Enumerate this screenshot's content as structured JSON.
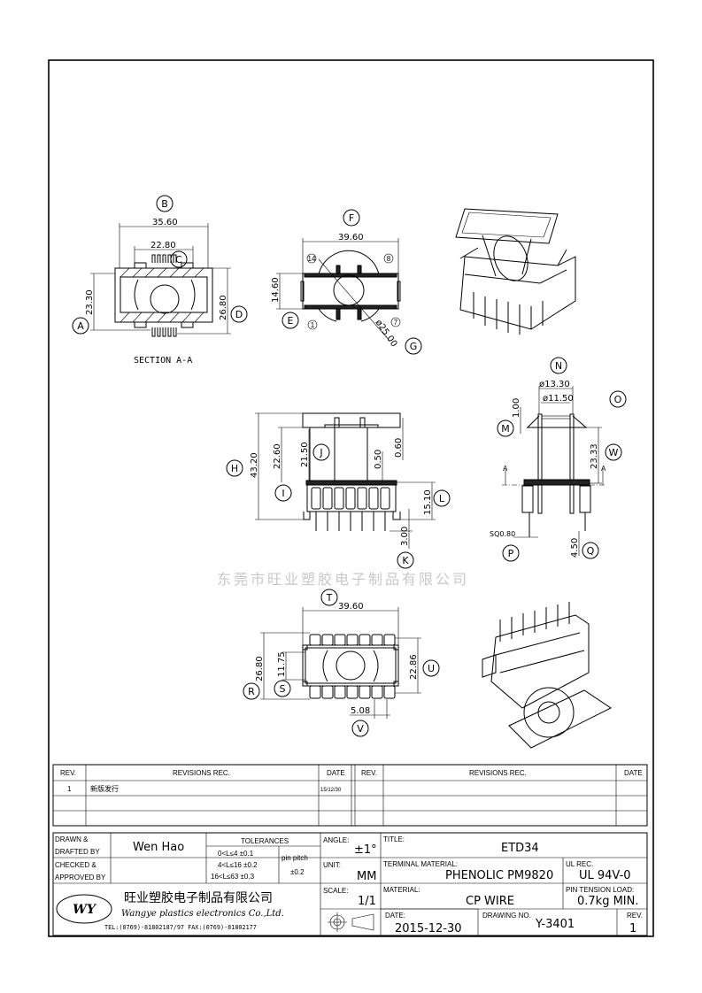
{
  "drawing": {
    "section_label": "SECTION A-A",
    "watermark": "东莞市旺业塑胶电子制品有限公司",
    "callouts": [
      "A",
      "B",
      "C",
      "D",
      "E",
      "F",
      "G",
      "H",
      "I",
      "J",
      "K",
      "L",
      "M",
      "N",
      "O",
      "P",
      "Q",
      "R",
      "S",
      "T",
      "U",
      "V",
      "W"
    ],
    "pin_labels": {
      "p1": "1",
      "p7": "7",
      "p8": "8",
      "p14": "14"
    },
    "dimensions": {
      "section_width": "35.60",
      "section_inner": "22.80",
      "section_height": "23.30",
      "section_height_outer": "26.80",
      "top_width": "39.60",
      "top_height": "14.60",
      "top_dia": "ø25.00",
      "side_total": "43.20",
      "side_22": "22.60",
      "side_21": "21.50",
      "side_050": "0.50",
      "side_060": "0.60",
      "side_base": "15.10",
      "side_pin": "3.00",
      "end_outer_dia": "ø13.30",
      "end_inner_dia": "ø11.50",
      "end_flange": "1.00",
      "end_height": "23.33",
      "end_pin_sq": "SQ0.80",
      "end_pin_len": "4.50",
      "bottom_width": "39.60",
      "bottom_height": "26.80",
      "bottom_inner": "11.75",
      "bottom_pinrow": "22.86",
      "bottom_pitch": "5.08",
      "section_arrow": "A"
    }
  },
  "revisions": {
    "headers": {
      "rev": "REV.",
      "rec": "REVISIONS   REC.",
      "date": "DATE"
    },
    "rows": [
      {
        "rev": "1",
        "rec": "新版发行",
        "date": "15/12/30"
      }
    ]
  },
  "title_block": {
    "drawn_label1": "DRAWN &",
    "drawn_label2": "DRAFTED BY",
    "drawn_value": "Wen Hao",
    "checked_label1": "CHECKED &",
    "checked_label2": "APPROVED BY",
    "tolerances_label": "TOLERANCES",
    "tol1": "0<L≤4   ±0.1",
    "tol2": "4<L≤16  ±0.2",
    "tol3": "16<L≤63 ±0.3",
    "pin_pitch_label": "pin pitch",
    "pin_pitch_value": "±0.2",
    "angle_label": "ANGLE:",
    "angle_value": "±1°",
    "unit_label": "UNIT:",
    "unit_value": "MM",
    "scale_label": "SCALE:",
    "scale_value": "1/1",
    "title_label": "TITLE:",
    "title_value": "ETD34",
    "terminal_label": "TERMINAL MATERIAL:",
    "terminal_value": "PHENOLIC PM9820",
    "ul_label": "UL REC.",
    "ul_value": "UL 94V-0",
    "material_label": "MATERIAL:",
    "material_value": "CP WIRE",
    "pin_tension_label": "PIN TENSION LOAD:",
    "pin_tension_value": "0.7kg MIN.",
    "date_label": "DATE:",
    "date_value": "2015-12-30",
    "drawing_no_label": "DRAWING NO.",
    "drawing_no_value": "Y-3401",
    "rev_label": "REV.",
    "rev_value": "1",
    "company_cn": "旺业塑胶电子制品有限公司",
    "company_en": "Wangye plastics electronics Co.,Ltd.",
    "company_contact": "TEL:(0769)-81802187/97   FAX:(0769)-81802177",
    "logo_text": "WY"
  }
}
